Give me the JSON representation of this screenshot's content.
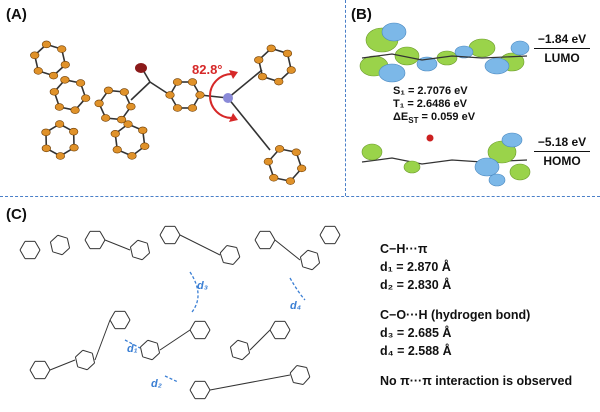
{
  "panels": {
    "a": "(A)",
    "b": "(B)",
    "c": "(C)"
  },
  "panel_a": {
    "angle": "82.8°"
  },
  "panel_b": {
    "lumo_energy": "−1.84 eV",
    "lumo_label": "LUMO",
    "homo_energy": "−5.18 eV",
    "homo_label": "HOMO",
    "s1": "S₁ = 2.7076 eV",
    "t1": "T₁ = 2.6486 eV",
    "dest": "ΔE",
    "dest_sub": "ST",
    "dest_val": " = 0.059 eV"
  },
  "panel_c": {
    "ch_title": "C−H···π",
    "d1": "d₁ = 2.870 Å",
    "d2": "d₂ = 2.830 Å",
    "co_title": "C−O···H (hydrogen bond)",
    "d3": "d₃ = 2.685 Å",
    "d4": "d₄ = 2.588 Å",
    "no_pi": "No π···π interaction is observed",
    "lab_d1": "d₁",
    "lab_d2": "d₂",
    "lab_d3": "d₃",
    "lab_d4": "d₄"
  },
  "colors": {
    "carbon": "#e0922a",
    "hydrogen": "#e6e6e6",
    "oxygen": "#8b1a1a",
    "nitrogen": "#8a8ad8",
    "orbital_green": "#9ad34a",
    "orbital_blue": "#7cb8e8",
    "accent_red": "#d62828",
    "contact_blue": "#3b7fd4"
  }
}
